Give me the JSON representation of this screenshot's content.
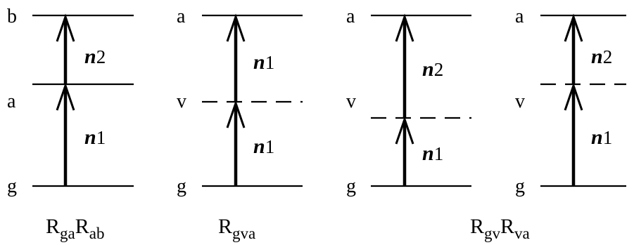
{
  "panels": [
    {
      "levels": [
        {
          "label": "b",
          "style": "solid"
        },
        {
          "label": "a",
          "style": "solid"
        },
        {
          "label": "g",
          "style": "solid"
        }
      ],
      "photons": [
        {
          "symbol": "n",
          "index": "1"
        },
        {
          "symbol": "n",
          "index": "2"
        }
      ]
    },
    {
      "levels": [
        {
          "label": "a",
          "style": "solid"
        },
        {
          "label": "v",
          "style": "dashed"
        },
        {
          "label": "g",
          "style": "solid"
        }
      ],
      "photons": [
        {
          "symbol": "n",
          "index": "1"
        },
        {
          "symbol": "n",
          "index": "1"
        }
      ]
    },
    {
      "levels": [
        {
          "label": "a",
          "style": "solid"
        },
        {
          "label": "v",
          "style": "dashed"
        },
        {
          "label": "g",
          "style": "solid"
        }
      ],
      "photons": [
        {
          "symbol": "n",
          "index": "1"
        },
        {
          "symbol": "n",
          "index": "2"
        }
      ]
    },
    {
      "levels": [
        {
          "label": "a",
          "style": "solid"
        },
        {
          "label": "v",
          "style": "dashed"
        },
        {
          "label": "g",
          "style": "solid"
        }
      ],
      "photons": [
        {
          "symbol": "n",
          "index": "1"
        },
        {
          "symbol": "n",
          "index": "2"
        }
      ]
    }
  ],
  "captions": [
    {
      "parts": [
        {
          "base": "R",
          "sub": "ga"
        },
        {
          "base": "R",
          "sub": "ab"
        }
      ]
    },
    {
      "parts": [
        {
          "base": "R",
          "sub": "gva"
        }
      ]
    },
    {
      "parts": [
        {
          "base": "R",
          "sub": "gv"
        },
        {
          "base": "R",
          "sub": "va"
        }
      ]
    }
  ]
}
